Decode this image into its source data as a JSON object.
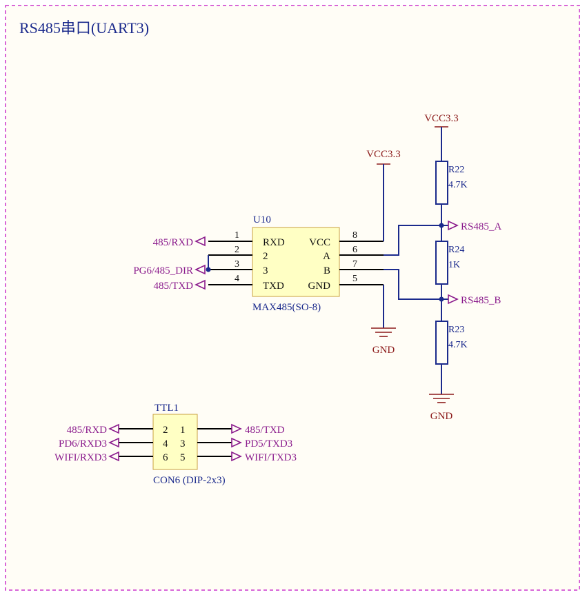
{
  "title": "RS485串口(UART3)",
  "u10": {
    "ref": "U10",
    "value": "MAX485(SO-8)",
    "left_pins": [
      {
        "num": "1",
        "name": "RXD",
        "net": "485/RXD"
      },
      {
        "num": "2",
        "name": "2",
        "net": ""
      },
      {
        "num": "3",
        "name": "3",
        "net": "PG6/485_DIR"
      },
      {
        "num": "4",
        "name": "TXD",
        "net": "485/TXD"
      }
    ],
    "right_pins": [
      {
        "num": "8",
        "name": "VCC"
      },
      {
        "num": "6",
        "name": "A"
      },
      {
        "num": "7",
        "name": "B"
      },
      {
        "num": "5",
        "name": "GND"
      }
    ]
  },
  "power": {
    "vcc_u10": "VCC3.3",
    "vcc_top": "VCC3.3",
    "gnd_u10": "GND",
    "gnd_right": "GND"
  },
  "resistors": [
    {
      "ref": "R22",
      "value": "4.7K"
    },
    {
      "ref": "R24",
      "value": "1K"
    },
    {
      "ref": "R23",
      "value": "4.7K"
    }
  ],
  "ports": {
    "rs485_a": "RS485_A",
    "rs485_b": "RS485_B"
  },
  "ttl1": {
    "ref": "TTL1",
    "value": "CON6 (DIP-2x3)",
    "rows": [
      {
        "left_pin": "2",
        "right_pin": "1",
        "left_net": "485/RXD",
        "right_net": "485/TXD"
      },
      {
        "left_pin": "4",
        "right_pin": "3",
        "left_net": "PD6/RXD3",
        "right_net": "PD5/TXD3"
      },
      {
        "left_pin": "6",
        "right_pin": "5",
        "left_net": "WIFI/RXD3",
        "right_net": "WIFI/TXD3"
      }
    ]
  },
  "colors": {
    "border": "#cc33cc",
    "sheet_bg": "#fffdf6",
    "wire": "#1b2a8c",
    "port": "#8a1a8c",
    "power": "#8c1a1a",
    "chip_fill": "#ffffc4"
  }
}
